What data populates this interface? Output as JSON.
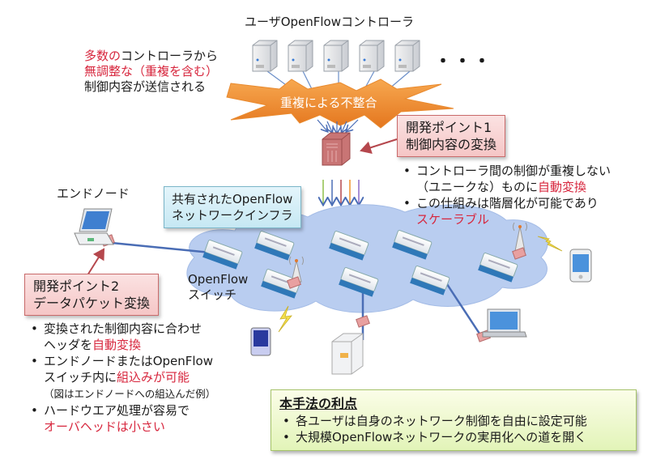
{
  "controllers": {
    "title": "ユーザOpenFlowコントローラ",
    "count": 5,
    "ellipsis": "・・・"
  },
  "problem_text": {
    "line1_red": "多数の",
    "line1_rest": "コントローラから",
    "line2_red": "無調整な（重複を含む）",
    "line3": "制御内容が送信される"
  },
  "conflict_burst": {
    "label": "重複による不整合",
    "color": "#f0922e"
  },
  "dev_point_1": {
    "line1": "開発ポイント1",
    "line2": "制御内容の変換"
  },
  "dev_point_1_bullets": [
    {
      "text": "コントローラ間の制御が重複しない",
      "cont": "（ユニークな）ものに",
      "cont_red": "自動変換"
    },
    {
      "text": "この仕組みは階層化が可能であり",
      "cont": "",
      "cont_red": "スケーラブル"
    }
  ],
  "shared_infra": {
    "line1": "共有されたOpenFlow",
    "line2": "ネットワークインフラ"
  },
  "end_node": {
    "label": "エンドノード"
  },
  "switch_label": {
    "line1": "OpenFlow",
    "line2": "スイッチ"
  },
  "dev_point_2": {
    "line1": "開発ポイント2",
    "line2": "データパケット変換"
  },
  "dev_point_2_bullets": [
    {
      "text": "変換された制御内容に合わせ",
      "cont": "ヘッダを",
      "cont_red": "自動変換",
      "note": ""
    },
    {
      "text": "エンドノードまたはOpenFlow",
      "cont": "スイッチ内に",
      "cont_red": "組込みが可能",
      "note": "（図はエンドノードへの組込んだ例）"
    },
    {
      "text": "ハードウエア処理が容易で",
      "cont": "",
      "cont_red": "オーバヘッドは小さい",
      "note": ""
    }
  ],
  "benefits": {
    "title": "本手法の利点",
    "items": [
      "各ユーザは自身のネットワーク制御を自由に設定可能",
      "大規模OpenFlowネットワークの実用化への道を開く"
    ]
  },
  "colors": {
    "accent_red": "#d7263d",
    "cloud": "#b9cdf0",
    "link": "#4a6db5",
    "converter": "#e8a0a0"
  }
}
